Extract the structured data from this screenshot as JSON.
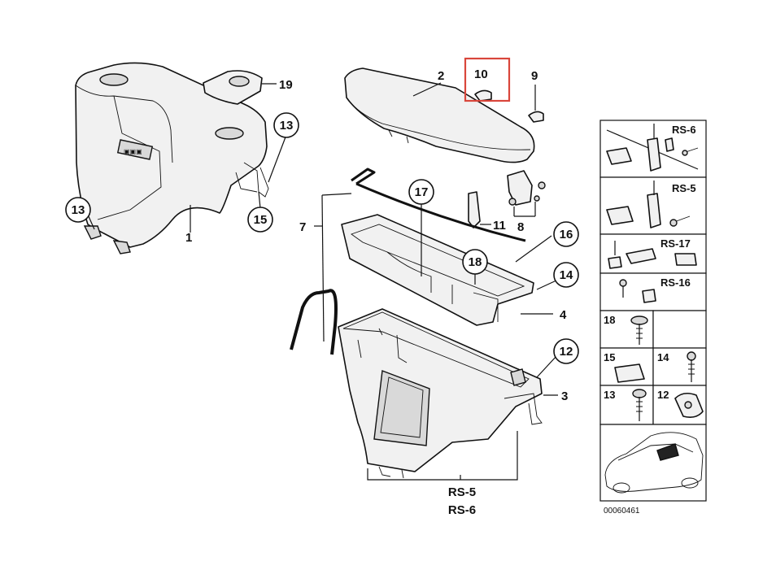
{
  "diagram": {
    "catalog_number": "00060461",
    "highlighted_part": "10",
    "colors": {
      "highlight": "#d9463b",
      "stroke": "#111111",
      "fill": "#f1f1f1"
    },
    "callouts": {
      "p1": "1",
      "p2": "2",
      "p3": "3",
      "p4": "4",
      "p7": "7",
      "p8": "8",
      "p9": "9",
      "p10": "10",
      "p11": "11",
      "p12": "12",
      "p13a": "13",
      "p13b": "13",
      "p14": "14",
      "p15": "15",
      "p16": "16",
      "p17": "17",
      "p18": "18",
      "p19": "19"
    },
    "bottom_labels": {
      "rs5": "RS-5",
      "rs6": "RS-6"
    },
    "legend": {
      "rs6": "RS-6",
      "rs5": "RS-5",
      "rs17": "RS-17",
      "rs16": "RS-16",
      "n18": "18",
      "n15": "15",
      "n14": "14",
      "n13": "13",
      "n12": "12"
    }
  }
}
